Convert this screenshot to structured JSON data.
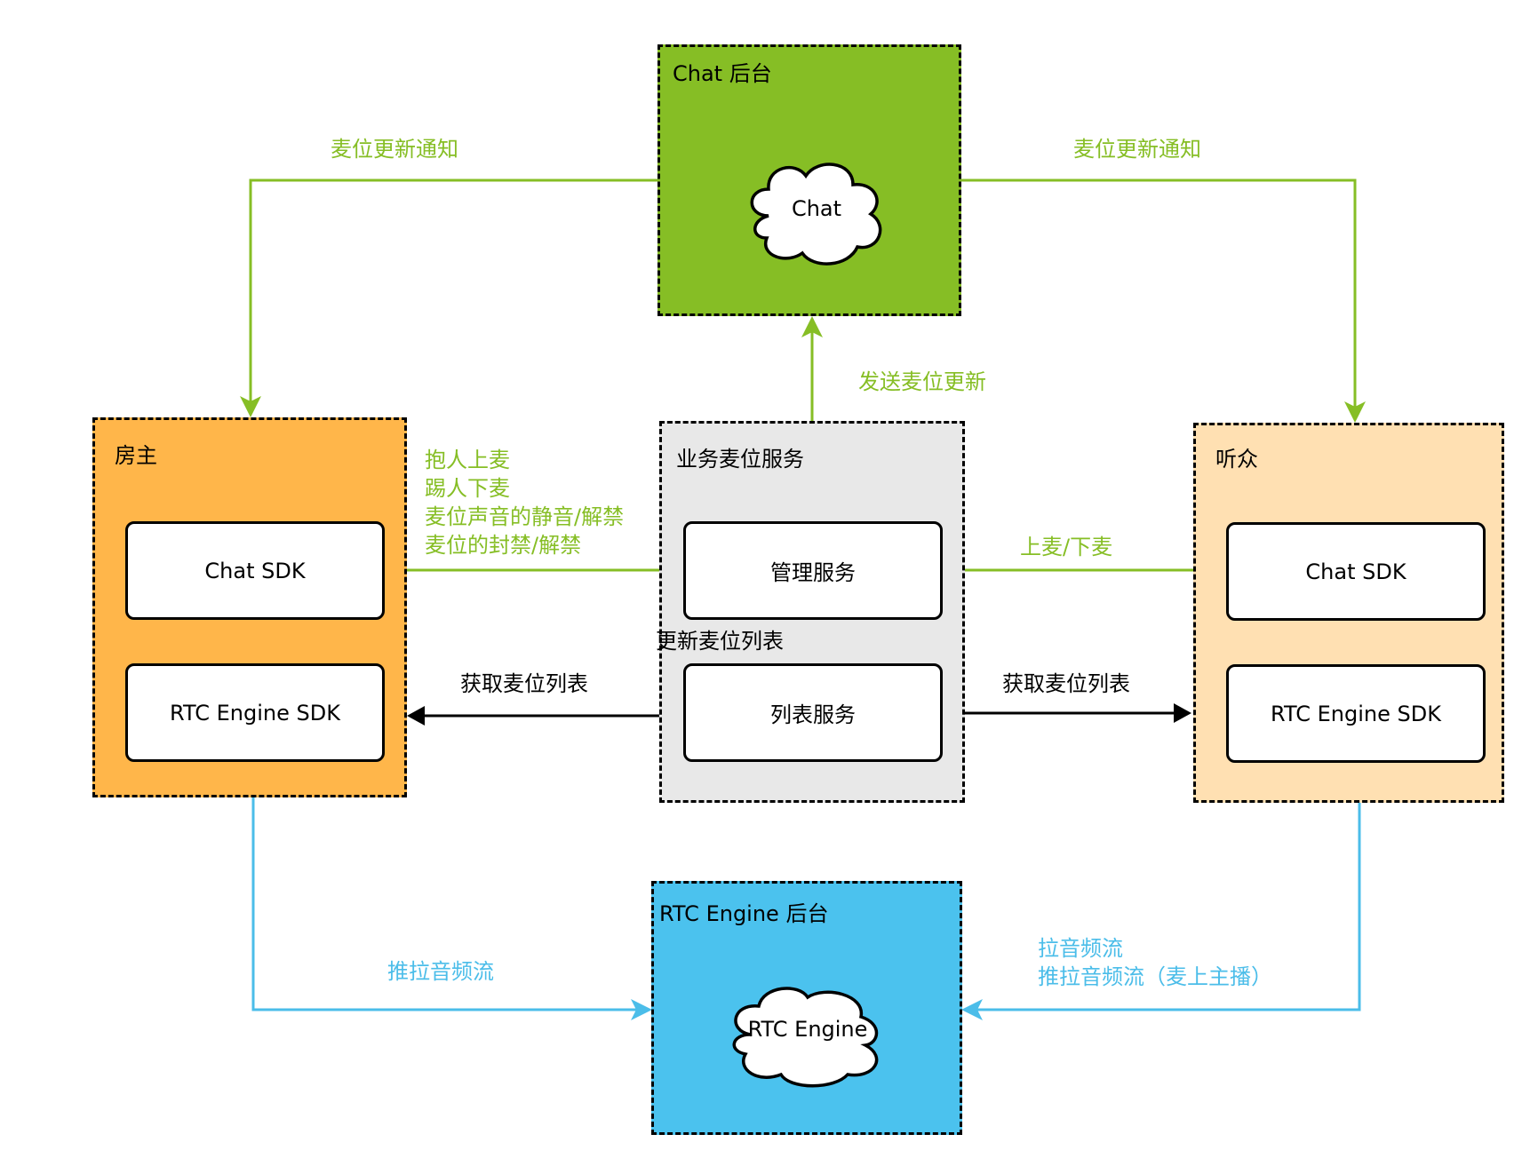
{
  "colors": {
    "chat_backend_fill": "#86BE25",
    "host_fill": "#FFB64A",
    "service_fill": "#E8E8E8",
    "listener_fill": "#FFE0B2",
    "rtc_backend_fill": "#4BC2EE",
    "green_edge": "#86BE25",
    "blue_edge": "#4BBDE9",
    "black_edge": "#000000"
  },
  "groups": {
    "chat_backend": {
      "title": "Chat 后台",
      "cloud_label": "Chat"
    },
    "host": {
      "title": "房主",
      "chat_sdk": "Chat SDK",
      "rtc_sdk": "RTC Engine SDK"
    },
    "service": {
      "title": "业务麦位服务",
      "manage": "管理服务",
      "list": "列表服务"
    },
    "listener": {
      "title": "听众",
      "chat_sdk": "Chat SDK",
      "rtc_sdk": "RTC Engine SDK"
    },
    "rtc_backend": {
      "title": "RTC Engine 后台",
      "cloud_label": "RTC Engine"
    }
  },
  "edges": {
    "notify_left": "麦位更新通知",
    "notify_right": "麦位更新通知",
    "send_update": "发送麦位更新",
    "host_ops": [
      "抱人上麦",
      "踢人下麦",
      "麦位声音的静音/解禁",
      "麦位的封禁/解禁"
    ],
    "listener_ops": "上麦/下麦",
    "update_list": "更新麦位列表",
    "get_list_left": "获取麦位列表",
    "get_list_right": "获取麦位列表",
    "host_stream": "推拉音频流",
    "listener_stream": [
      "拉音频流",
      "推拉音频流（麦上主播）"
    ]
  }
}
